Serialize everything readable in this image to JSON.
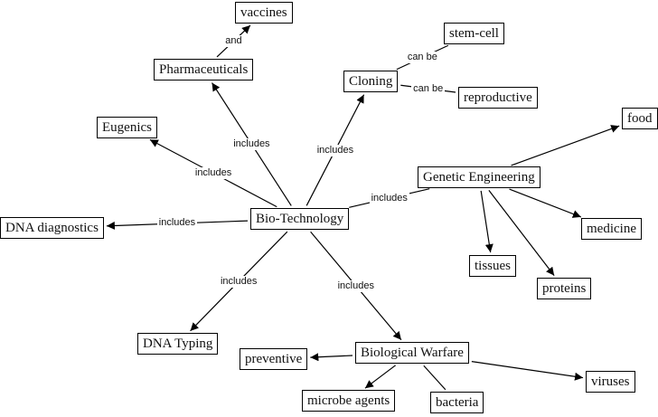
{
  "diagram": {
    "type": "concept-map",
    "nodes": [
      {
        "id": "biotech",
        "label": "Bio-Technology"
      },
      {
        "id": "pharma",
        "label": "Pharmaceuticals"
      },
      {
        "id": "vaccines",
        "label": "vaccines"
      },
      {
        "id": "cloning",
        "label": "Cloning"
      },
      {
        "id": "stemcell",
        "label": "stem-cell"
      },
      {
        "id": "reproductive",
        "label": "reproductive"
      },
      {
        "id": "eugenics",
        "label": "Eugenics"
      },
      {
        "id": "dnadiag",
        "label": "DNA diagnostics"
      },
      {
        "id": "geneng",
        "label": "Genetic Engineering"
      },
      {
        "id": "food",
        "label": "food"
      },
      {
        "id": "medicine",
        "label": "medicine"
      },
      {
        "id": "tissues",
        "label": "tissues"
      },
      {
        "id": "proteins",
        "label": "proteins"
      },
      {
        "id": "dnatyping",
        "label": "DNA Typing"
      },
      {
        "id": "biowar",
        "label": "Biological Warfare"
      },
      {
        "id": "preventive",
        "label": "preventive"
      },
      {
        "id": "microbe",
        "label": "microbe agents"
      },
      {
        "id": "bacteria",
        "label": "bacteria"
      },
      {
        "id": "viruses",
        "label": "viruses"
      }
    ],
    "edges": [
      {
        "from": "biotech",
        "to": "pharma",
        "label": "includes",
        "arrow": true
      },
      {
        "from": "pharma",
        "to": "vaccines",
        "label": "and",
        "arrow": true
      },
      {
        "from": "biotech",
        "to": "cloning",
        "label": "includes",
        "arrow": true
      },
      {
        "from": "cloning",
        "to": "stemcell",
        "label": "can be",
        "arrow": false
      },
      {
        "from": "cloning",
        "to": "reproductive",
        "label": "can be",
        "arrow": false
      },
      {
        "from": "biotech",
        "to": "eugenics",
        "label": "includes",
        "arrow": true
      },
      {
        "from": "biotech",
        "to": "dnadiag",
        "label": "includes",
        "arrow": true
      },
      {
        "from": "biotech",
        "to": "geneng",
        "label": "includes",
        "arrow": false
      },
      {
        "from": "geneng",
        "to": "food",
        "label": "",
        "arrow": true
      },
      {
        "from": "geneng",
        "to": "medicine",
        "label": "",
        "arrow": true
      },
      {
        "from": "geneng",
        "to": "tissues",
        "label": "",
        "arrow": true
      },
      {
        "from": "geneng",
        "to": "proteins",
        "label": "",
        "arrow": true
      },
      {
        "from": "biotech",
        "to": "dnatyping",
        "label": "includes",
        "arrow": true
      },
      {
        "from": "biotech",
        "to": "biowar",
        "label": "includes",
        "arrow": true
      },
      {
        "from": "biowar",
        "to": "preventive",
        "label": "",
        "arrow": true
      },
      {
        "from": "biowar",
        "to": "microbe",
        "label": "",
        "arrow": true
      },
      {
        "from": "biowar",
        "to": "bacteria",
        "label": "",
        "arrow": false
      },
      {
        "from": "biowar",
        "to": "viruses",
        "label": "",
        "arrow": true
      }
    ]
  }
}
